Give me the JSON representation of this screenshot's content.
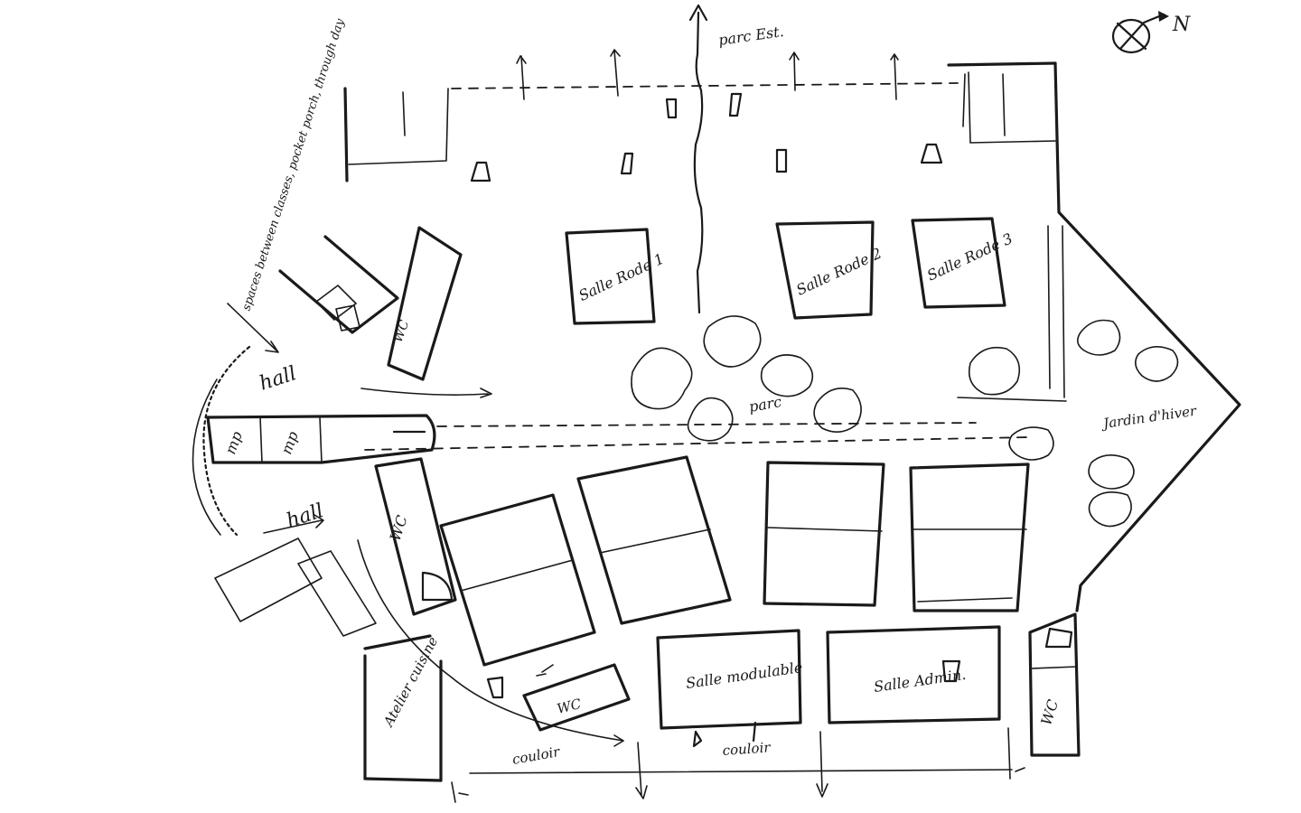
{
  "labels": {
    "compass": "N",
    "parc_est": "parc Est.",
    "parc": "parc",
    "salle_rode_1": "Salle Rode 1",
    "salle_rode_2": "Salle Rode 2",
    "salle_rode_3": "Salle Rode 3",
    "salle_modulable": "Salle modulable",
    "salle_admin": "Salle Admin.",
    "hall_upper": "hall",
    "hall_lower": "hall",
    "wc_upper": "WC",
    "wc_middle": "WC",
    "wc_bottom": "WC",
    "wc_right": "WC",
    "mp_1": "mp",
    "mp_2": "mp",
    "atelier_cuisine": "Atelier cuisine",
    "jardin_d_hiver": "Jardin d'hiver",
    "couloir_1": "couloir",
    "couloir_2": "couloir",
    "side_note": "spaces between classes, pocket porch, through day"
  }
}
